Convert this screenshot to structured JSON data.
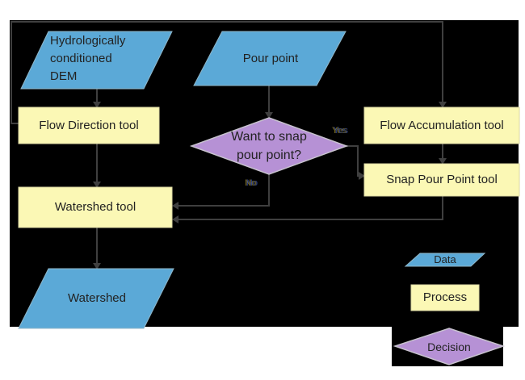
{
  "nodes": {
    "dem": {
      "lines": [
        "Hydrologically",
        "conditioned",
        "DEM"
      ]
    },
    "pour_point": {
      "label": "Pour point"
    },
    "flow_direction": {
      "label": "Flow Direction tool"
    },
    "flow_accumulation": {
      "label": "Flow Accumulation tool"
    },
    "snap_pour_point": {
      "label": "Snap Pour Point tool"
    },
    "watershed_tool": {
      "label": "Watershed tool"
    },
    "watershed": {
      "label": "Watershed"
    },
    "decision": {
      "lines": [
        "Want to snap",
        "pour point?"
      ]
    }
  },
  "edges": {
    "yes_label": "Yes",
    "no_label": "No"
  },
  "legend": {
    "data": "Data",
    "process": "Process",
    "decision": "Decision"
  },
  "colors": {
    "data_fill": "#5BA9D7",
    "process_fill": "#FBF8B5",
    "decision_fill": "#B691D5",
    "connector": "#3F3F3F",
    "panel": "#000000",
    "text": "#222222"
  }
}
